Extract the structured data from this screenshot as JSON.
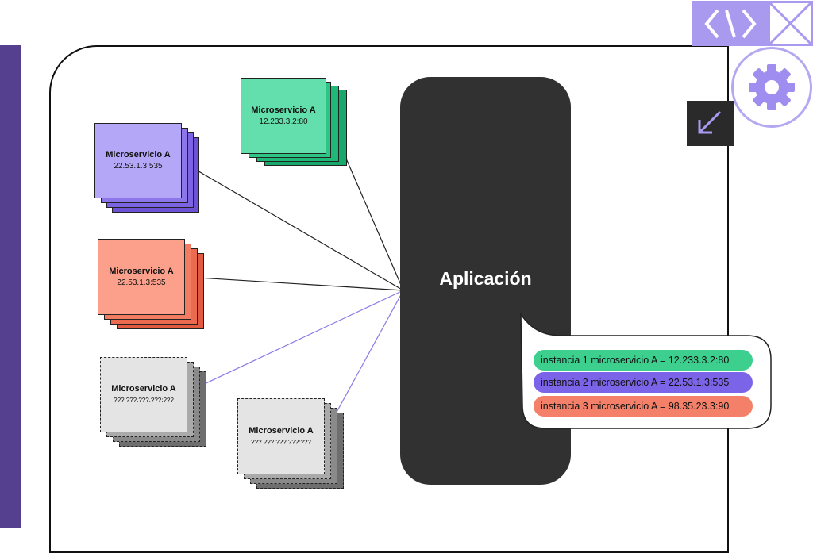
{
  "diagram": {
    "app_label": "Aplicación",
    "microservices": [
      {
        "id": "green",
        "name": "Microservicio A",
        "address": "12.233.3.2:80"
      },
      {
        "id": "purple",
        "name": "Microservicio A",
        "address": "22.53.1.3:535"
      },
      {
        "id": "red",
        "name": "Microservicio A",
        "address": "22.53.1.3:535"
      },
      {
        "id": "gray1",
        "name": "Microservicio A",
        "address": "???.???.???.???:???"
      },
      {
        "id": "gray2",
        "name": "Microservicio A",
        "address": "???.???.???.???:???"
      }
    ],
    "registry": [
      "instancia 1 microservicio A = 12.233.3.2:80",
      "instancia 2 microservicio A = 22.53.1.3:535",
      "instancia 3 microservicio A = 98.35.23.3:90"
    ]
  },
  "toolbar": {
    "code_icon": "code-icon",
    "close_icon": "close-icon",
    "gear_icon": "gear-icon",
    "arrow_icon": "arrow-down-left-icon"
  },
  "colors": {
    "accent": "#553f8f",
    "lavender": "#a99af0",
    "green": "#3ccf8e",
    "purple": "#7b64e8",
    "red": "#f4806a",
    "app": "#313131"
  }
}
